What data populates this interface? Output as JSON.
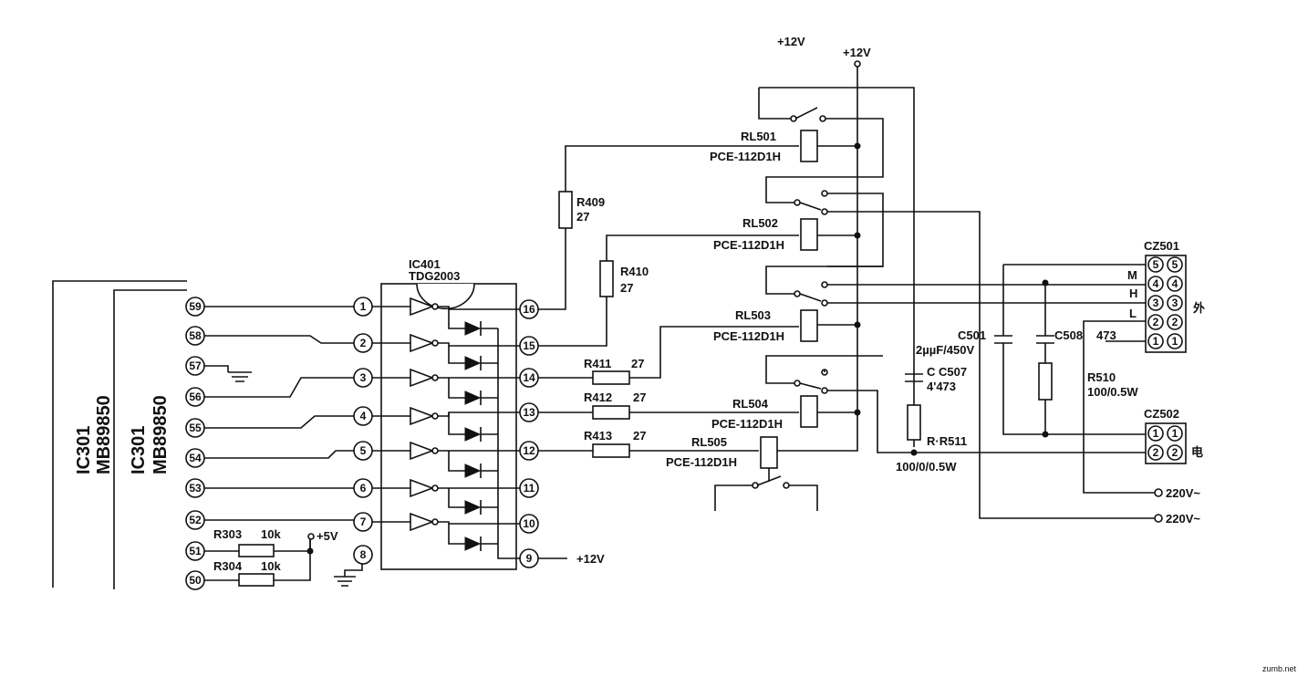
{
  "ic301": {
    "ref": "IC301",
    "part": "MB89850",
    "pins": [
      "59",
      "58",
      "57",
      "56",
      "55",
      "54",
      "53",
      "52",
      "51",
      "50"
    ]
  },
  "ic401": {
    "ref": "IC401",
    "part": "TDG2003",
    "left_pins": [
      "1",
      "2",
      "3",
      "4",
      "5",
      "6",
      "7",
      "8"
    ],
    "right_pins": [
      "16",
      "15",
      "14",
      "13",
      "12",
      "11",
      "10",
      "9"
    ]
  },
  "supply": {
    "v12_a": "+12V",
    "v12_b": "+12V",
    "v12_c": "+12V",
    "v5": "+5V"
  },
  "resistors": {
    "r303": {
      "ref": "R303",
      "value": "10k"
    },
    "r304": {
      "ref": "R304",
      "value": "10k"
    },
    "r409": {
      "ref": "R409",
      "value": "27"
    },
    "r410": {
      "ref": "R410",
      "value": "27"
    },
    "r411": {
      "ref": "R411",
      "value": "27"
    },
    "r412": {
      "ref": "R412",
      "value": "27"
    },
    "r413": {
      "ref": "R413",
      "value": "27"
    },
    "r510": {
      "ref": "R510",
      "value": "100/0.5W"
    },
    "r511": {
      "ref": "R·R511",
      "value": "100/0/0.5W"
    }
  },
  "relays": [
    {
      "ref": "RL501",
      "part": "PCE-112D1H"
    },
    {
      "ref": "RL502",
      "part": "PCE-112D1H"
    },
    {
      "ref": "RL503",
      "part": "PCE-112D1H"
    },
    {
      "ref": "RL504",
      "part": "PCE-112D1H"
    },
    {
      "ref": "RL505",
      "part": "PCE-112D1H"
    }
  ],
  "caps": {
    "c501": {
      "ref": "C501",
      "value": "2µµF/450V"
    },
    "c507": {
      "ref": "C C507",
      "value": "4'473"
    },
    "c508": {
      "ref": "C508",
      "value": "473"
    }
  },
  "cz501": {
    "ref": "CZ501",
    "pins": [
      "5",
      "4",
      "3",
      "2",
      "1"
    ],
    "labels": [
      "M",
      "H",
      "L"
    ],
    "side_text": "外"
  },
  "cz502": {
    "ref": "CZ502",
    "pins": [
      "1",
      "2"
    ],
    "side_text": "电"
  },
  "mains": {
    "ac1": "220V~",
    "ac2": "220V~"
  },
  "watermark": "zumb.net"
}
